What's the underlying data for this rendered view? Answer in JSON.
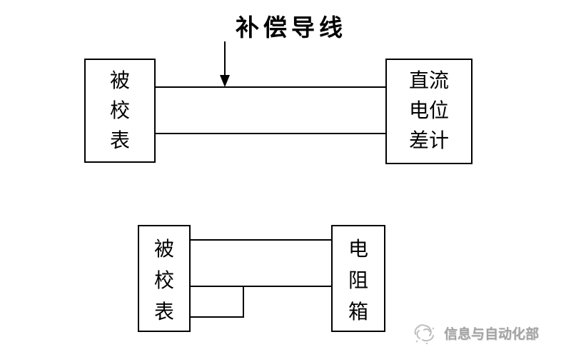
{
  "page": {
    "background_color": "#ffffff",
    "line_color": "#000000"
  },
  "top_diagram": {
    "annotation_label": "补偿导线",
    "arrow_icon": "down-arrow-icon",
    "left_box": {
      "lines": [
        "被",
        "校",
        "表"
      ]
    },
    "right_box": {
      "lines": [
        "直流",
        "电位",
        "差计"
      ]
    },
    "wires": [
      "top-wire",
      "bottom-wire"
    ]
  },
  "bottom_diagram": {
    "left_box": {
      "lines": [
        "被",
        "校",
        "表"
      ]
    },
    "right_box": {
      "lines": [
        "电",
        "阻",
        "箱"
      ]
    },
    "wires": [
      "top-wire",
      "middle-wire",
      "notch-loop"
    ]
  },
  "watermark": {
    "text": "信息与自动化部",
    "color": "#a3a3a3",
    "logo_icon": "department-swirl-logo"
  }
}
